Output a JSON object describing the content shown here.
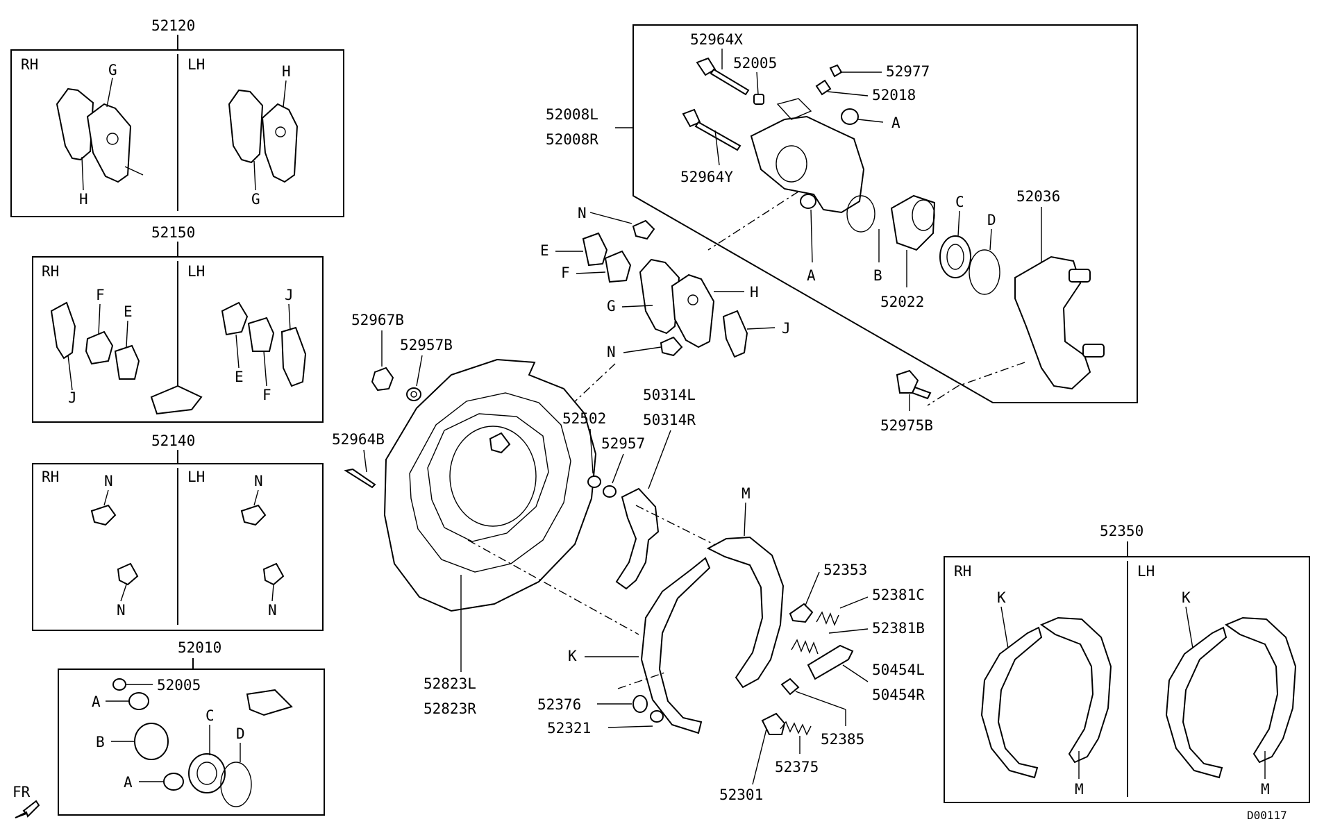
{
  "diagram_id": "D00117",
  "orientation": "FR",
  "kits": {
    "pads": {
      "number": "52120",
      "rh": "RH",
      "lh": "LH",
      "letters": [
        "G",
        "H",
        "H",
        "G"
      ]
    },
    "shims": {
      "number": "52150",
      "rh": "RH",
      "lh": "LH",
      "letters": [
        "F",
        "E",
        "J",
        "E",
        "F",
        "J"
      ]
    },
    "clips": {
      "number": "52140",
      "rh": "RH",
      "lh": "LH",
      "letters": [
        "N",
        "N",
        "N",
        "N"
      ]
    },
    "seals": {
      "number": "52010",
      "items": [
        "52005",
        "A",
        "B",
        "C",
        "D",
        "A"
      ]
    },
    "shoes": {
      "number": "52350",
      "rh": "RH",
      "lh": "LH",
      "letters": [
        "K",
        "M",
        "K",
        "M"
      ]
    }
  },
  "caliper_box": {
    "labels": [
      "52964X",
      "52005",
      "52977",
      "52018",
      "A",
      "52008L",
      "52008R",
      "52964Y",
      "A",
      "B",
      "52022",
      "C",
      "D",
      "52036"
    ]
  },
  "pad_assembly": {
    "labels": [
      "N",
      "E",
      "F",
      "G",
      "H",
      "J",
      "N"
    ]
  },
  "parts": [
    "52967B",
    "52957B",
    "52964B",
    "52502",
    "52957",
    "50314L",
    "50314R",
    "52975B",
    "M",
    "52353",
    "52381C",
    "52381B",
    "50454L",
    "50454R",
    "K",
    "52376",
    "52321",
    "52385",
    "52375",
    "52301",
    "52823L",
    "52823R"
  ]
}
